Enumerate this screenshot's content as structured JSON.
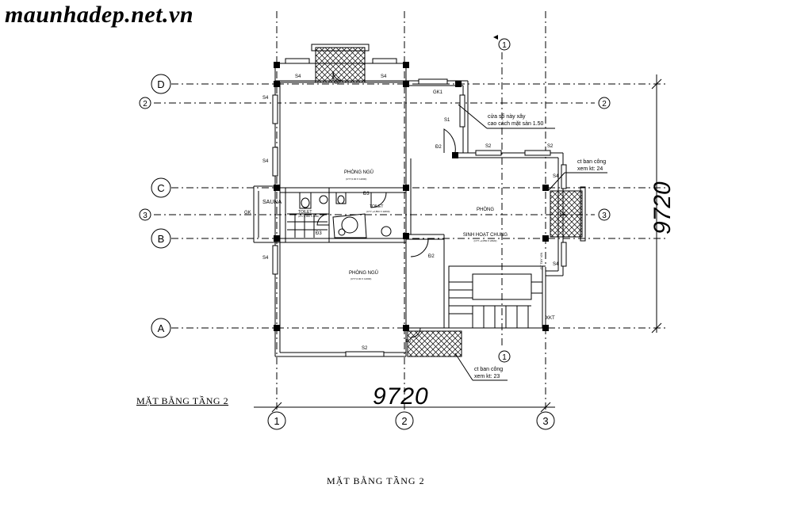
{
  "watermark": "maunhadep.net.vn",
  "grid": {
    "rows": [
      "D",
      "2",
      "C",
      "3",
      "B",
      "A"
    ],
    "cols": [
      "1",
      "2",
      "3"
    ],
    "section_top": "1",
    "section_bottom": "1"
  },
  "dimensions": {
    "horizontal": "9720",
    "vertical": "9720"
  },
  "rooms": {
    "bedroom_top": {
      "name": "PHÒNG NGỦ",
      "area": "(CT7,0.00 X 12000)"
    },
    "bedroom_bottom": {
      "name": "PHÒNG NGỦ",
      "area": "(CT7,0.00 X 12000)"
    },
    "living": {
      "name_line1": "PHÒNG",
      "name_line2": "SINH HOẠT CHUNG",
      "area": "(CT7 +2,850 X 20M2)"
    },
    "sauna": "SAUNA",
    "toilet1": {
      "name": "TOILET",
      "area": "(CT7,3,850 X 3600)"
    },
    "toilet2": {
      "name": "TOILET",
      "area": "(CT7,+2,850 X 11800)"
    }
  },
  "tags": {
    "s4_1": "S4",
    "s4_2": "S4",
    "s4_3": "S4",
    "s4_4": "S4",
    "s4_5": "S4",
    "s4_6": "S4",
    "s4_7": "S4",
    "d2_top": "Đ2",
    "d2_living": "Đ2",
    "d2_stair": "Đ2",
    "d3_toilet": "Đ3",
    "d3_toilet2": "Đ3",
    "d3_bottom": "Đ3",
    "d1": "Đ1",
    "gk1": "GK1",
    "gk": "GK",
    "s1": "S1",
    "s2_a": "S2",
    "s2_b": "S2",
    "s2_bottom": "S2",
    "xkt": "XKT",
    "stair_note": "GT TAY VỊN"
  },
  "notes": {
    "window_line1": "cửa sổ này xây",
    "window_line2": "cao cách mặt sàn 1.50",
    "balcony_right_line1": "ct ban công",
    "balcony_right_line2": "xem kt: 24",
    "balcony_bottom_line1": "ct ban công",
    "balcony_bottom_line2": "xem kt: 23"
  },
  "titles": {
    "plan_label": "MẶT BẰNG TẦNG 2",
    "bottom_caption": "MẶT BẰNG TẦNG 2"
  }
}
